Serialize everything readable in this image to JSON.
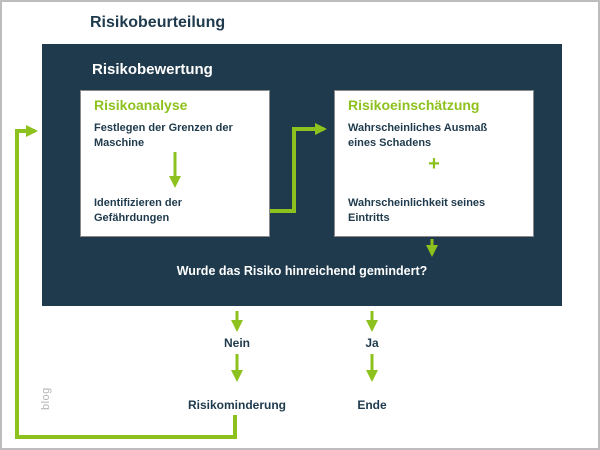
{
  "page": {
    "title": "Risikobeurteilung",
    "watermark": "blog"
  },
  "panel": {
    "title": "Risikobewertung",
    "question": "Wurde das Risiko hinreichend gemindert?"
  },
  "analysis_box": {
    "title": "Risikoanalyse",
    "step1": "Festlegen der Grenzen der Maschine",
    "step2": "Identifizieren der Gefährdungen"
  },
  "estimation_box": {
    "title": "Risikoeinschätzung",
    "item1": "Wahrscheinliches Ausmaß eines Schadens",
    "plus": "+",
    "item2": "Wahrscheinlichkeit seines Eintritts"
  },
  "decision": {
    "no_label": "Nein",
    "no_result": "Risikominderung",
    "yes_label": "Ja",
    "yes_result": "Ende"
  },
  "colors": {
    "dark_navy": "#1e3a4c",
    "green": "#8dc21e"
  }
}
